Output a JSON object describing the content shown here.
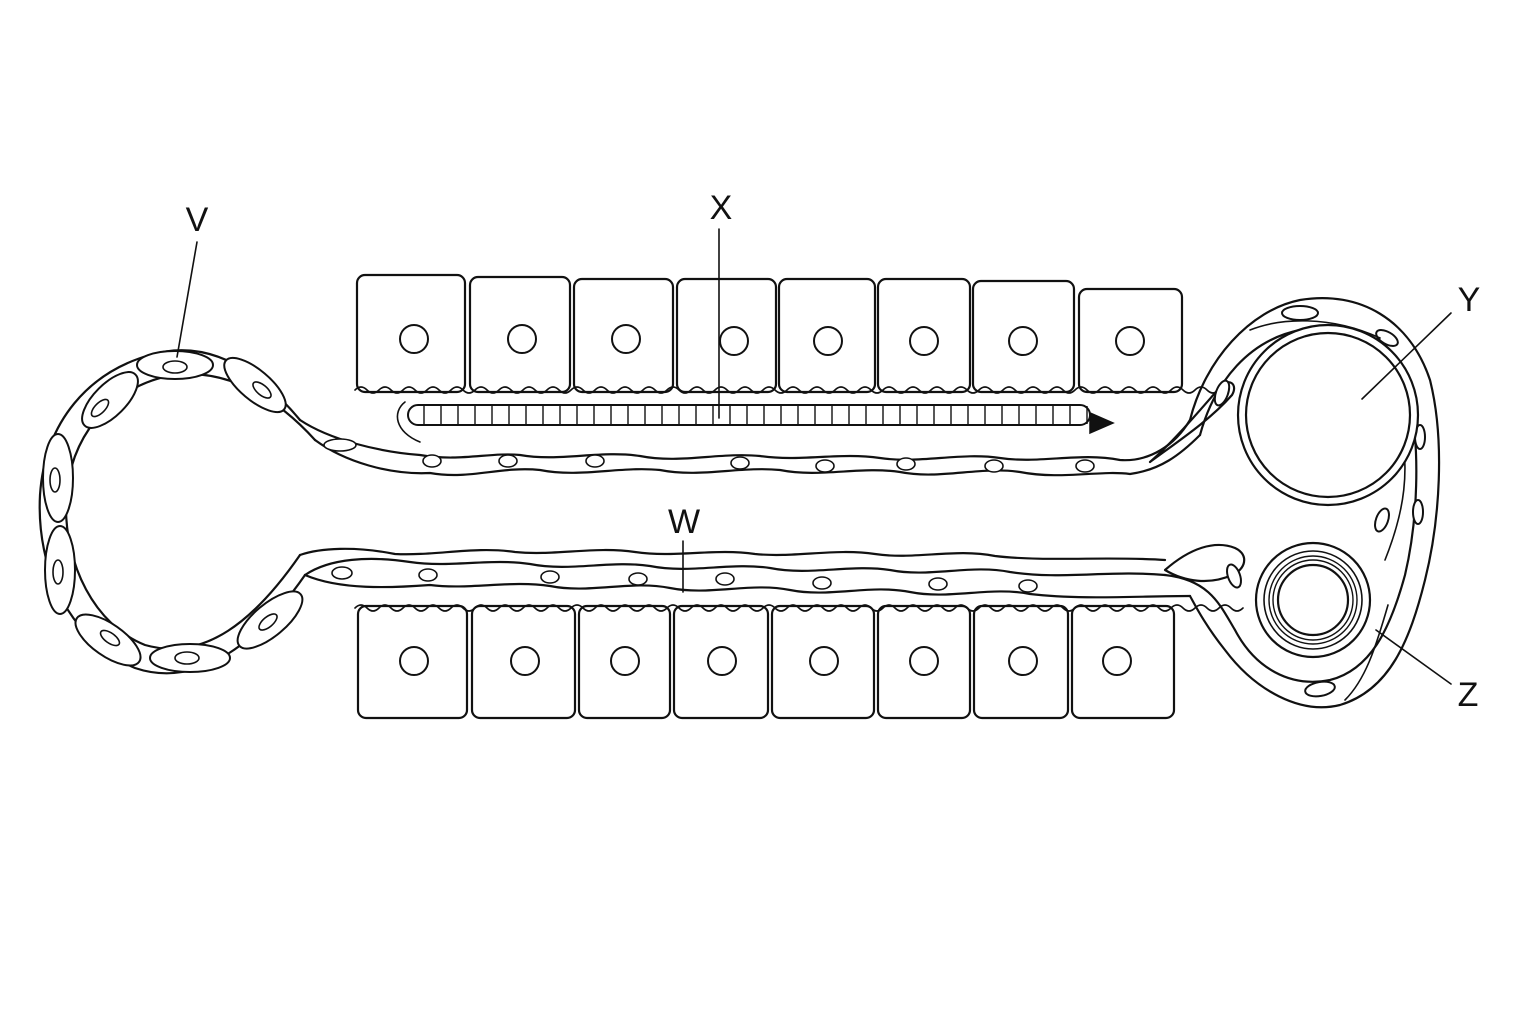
{
  "labels": {
    "V": "V",
    "W": "W",
    "X": "X",
    "Y": "Y",
    "Z": "Z"
  },
  "colors": {
    "stroke": "#111111",
    "background": "#ffffff"
  }
}
